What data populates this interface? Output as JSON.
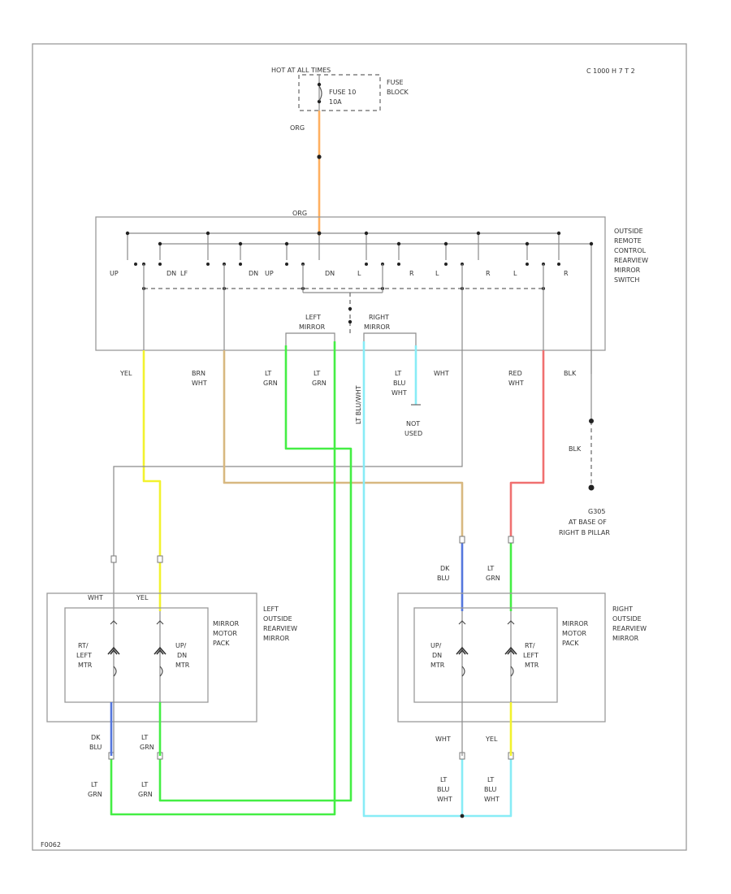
{
  "diagram_id": "C 1000 H 7 T 2",
  "figure_number": "F0062",
  "power": {
    "hot_at": "HOT AT ALL TIMES",
    "fuse": [
      "FUSE 10",
      "10A"
    ],
    "fuse_block": [
      "FUSE",
      "BLOCK"
    ],
    "wire_color": "ORG",
    "switch_entry": "ORG"
  },
  "switch": {
    "label": [
      "OUTSIDE",
      "REMOTE",
      "CONTROL",
      "REARVIEW",
      "MIRROR",
      "SWITCH"
    ],
    "contacts": [
      "UP",
      "DN",
      "LF",
      "DN",
      "UP",
      "DN",
      "L",
      "R",
      "L",
      "R",
      "L",
      "R"
    ],
    "selector_left": [
      "LEFT",
      "MIRROR"
    ],
    "selector_right": [
      "RIGHT",
      "MIRROR"
    ]
  },
  "wires": {
    "yel": "YEL",
    "brn_wht": [
      "BRN",
      "WHT"
    ],
    "lt_grn_1": [
      "LT",
      "GRN"
    ],
    "lt_grn_2": [
      "LT",
      "GRN"
    ],
    "lt_blu_wht_vertical": "LT BLU/WHT",
    "lt_blu_wht": [
      "LT",
      "BLU",
      "WHT"
    ],
    "wht": "WHT",
    "red_wht": [
      "RED",
      "WHT"
    ],
    "blk": "BLK",
    "blk2": "BLK",
    "not_used": [
      "NOT",
      "USED"
    ]
  },
  "ground": [
    "G305",
    "AT BASE OF",
    "RIGHT B PILLAR"
  ],
  "left_mirror": {
    "label": [
      "LEFT",
      "OUTSIDE",
      "REARVIEW",
      "MIRROR"
    ],
    "pack": [
      "MIRROR",
      "MOTOR",
      "PACK"
    ],
    "motor1": [
      "RT/",
      "LEFT",
      "MTR"
    ],
    "motor2": [
      "UP/",
      "DN",
      "MTR"
    ],
    "top_wht": "WHT",
    "top_yel": "YEL",
    "bot1": [
      "DK",
      "BLU"
    ],
    "bot2": [
      "LT",
      "GRN"
    ],
    "bot3": [
      "LT",
      "GRN"
    ],
    "bot4": [
      "LT",
      "GRN"
    ]
  },
  "right_mirror": {
    "label": [
      "RIGHT",
      "OUTSIDE",
      "REARVIEW",
      "MIRROR"
    ],
    "pack": [
      "MIRROR",
      "MOTOR",
      "PACK"
    ],
    "motor1": [
      "UP/",
      "DN",
      "MTR"
    ],
    "motor2": [
      "RT/",
      "LEFT",
      "MTR"
    ],
    "top1": [
      "DK",
      "BLU"
    ],
    "top2": [
      "LT",
      "GRN"
    ],
    "bot_wht": "WHT",
    "bot_yel": "YEL",
    "bot1": [
      "LT",
      "BLU",
      "WHT"
    ],
    "bot2": [
      "LT",
      "BLU",
      "WHT"
    ]
  },
  "colors": {
    "orange": "#ffb060",
    "yellow": "#f2f22e",
    "tan": "#d8b880",
    "green": "#44ee44",
    "cyan": "#88ecf6",
    "blue": "#5577dd",
    "red": "#f07070",
    "gray": "#9a9a9a"
  }
}
